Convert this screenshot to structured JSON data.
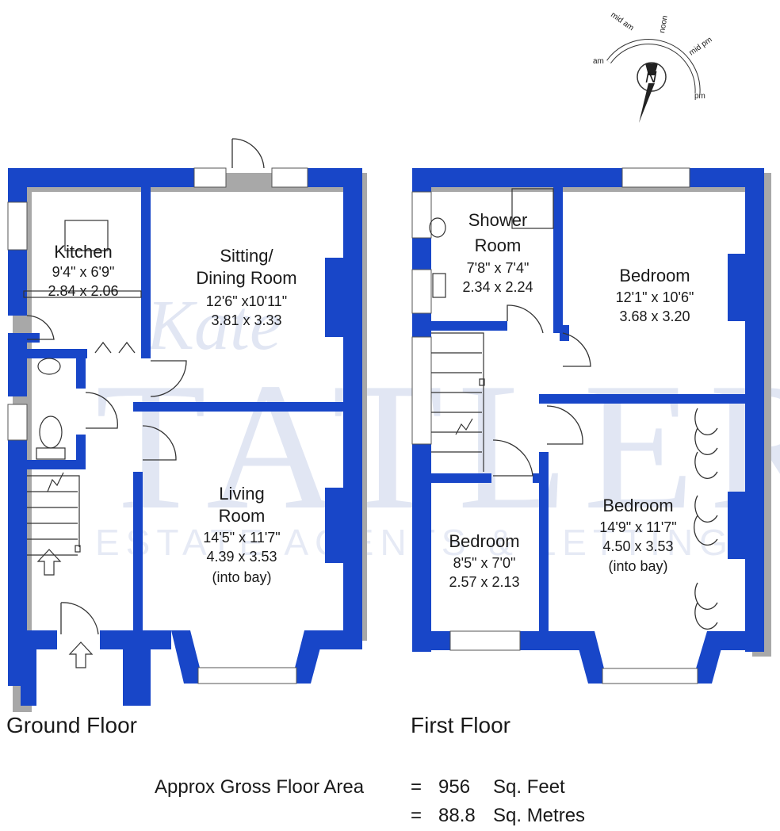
{
  "watermark": {
    "script": "Kate",
    "brand": "TATLER",
    "tagline": "ESTATE AGENTS & LETTINGS"
  },
  "compass": {
    "north": "N",
    "labels": [
      "am",
      "mid am",
      "noon",
      "mid pm",
      "pm"
    ]
  },
  "ground_floor": {
    "title": "Ground Floor",
    "kitchen": {
      "name": "Kitchen",
      "imperial": "9'4\"  x  6'9\"",
      "metric": "2.84  x  2.06"
    },
    "sitting": {
      "name_line1": "Sitting/",
      "name_line2": "Dining Room",
      "imperial": "12'6\" x10'11\"",
      "metric": "3.81  x  3.33"
    },
    "living": {
      "name_line1": "Living",
      "name_line2": "Room",
      "imperial": "14'5\" x 11'7\"",
      "metric": "4.39  x  3.53",
      "note": "(into bay)"
    }
  },
  "first_floor": {
    "title": "First Floor",
    "shower": {
      "name_line1": "Shower",
      "name_line2": "Room",
      "imperial": "7'8\"  x  7'4\"",
      "metric": "2.34  x  2.24"
    },
    "bed1": {
      "name": "Bedroom",
      "imperial": "12'1\" x 10'6\"",
      "metric": "3.68  x  3.20"
    },
    "bed2": {
      "name": "Bedroom",
      "imperial": "14'9\" x 11'7\"",
      "metric": "4.50  x  3.53",
      "note": "(into bay)"
    },
    "bed3": {
      "name": "Bedroom",
      "imperial": "8'5\"  x  7'0\"",
      "metric": "2.57  x  2.13"
    }
  },
  "area": {
    "label": "Approx Gross Floor Area",
    "eq": "=",
    "sqft_value": "956",
    "sqft_unit": "Sq. Feet",
    "sqm_value": "88.8",
    "sqm_unit": "Sq. Metres"
  },
  "colors": {
    "wall": "#1846c8",
    "shadow": "#9a9a9a",
    "watermark": "#c9d2ea"
  }
}
